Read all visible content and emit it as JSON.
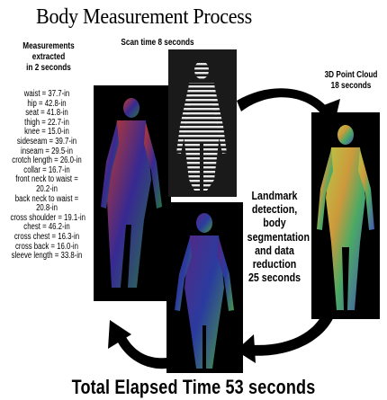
{
  "title": "Body Measurement Process",
  "steps": {
    "extract_caption": [
      "Measurements",
      "extracted",
      "in 2 seconds"
    ],
    "scan_caption": "Scan time 8 seconds",
    "cloud_caption": [
      "3D Point Cloud",
      "18 seconds"
    ],
    "landmark_caption": [
      "Landmark",
      "detection,",
      "body",
      "segmentation",
      "and data",
      "reduction",
      "25 seconds"
    ]
  },
  "measurements": [
    "waist = 37.7-in",
    "hip = 42.8-in",
    "seat = 41.8-in",
    "thigh = 22.7-in",
    "knee = 15.0-in",
    "sideseam = 39.7-in",
    "inseam = 29.5-in",
    "crotch length = 26.0-in",
    "collar = 16.7-in",
    "front neck to waist =",
    "20.2-in",
    "back neck to waist =",
    "20.8-in",
    "cross shoulder = 19.1-in",
    "chest = 46.2-in",
    "cross chest = 16.3-in",
    "cross back = 16.0-in",
    "sleeve length = 33.8-in"
  ],
  "total": "Total Elapsed Time  53 seconds",
  "colors": {
    "panel_bg": "#000000",
    "arrow": "#000000"
  }
}
